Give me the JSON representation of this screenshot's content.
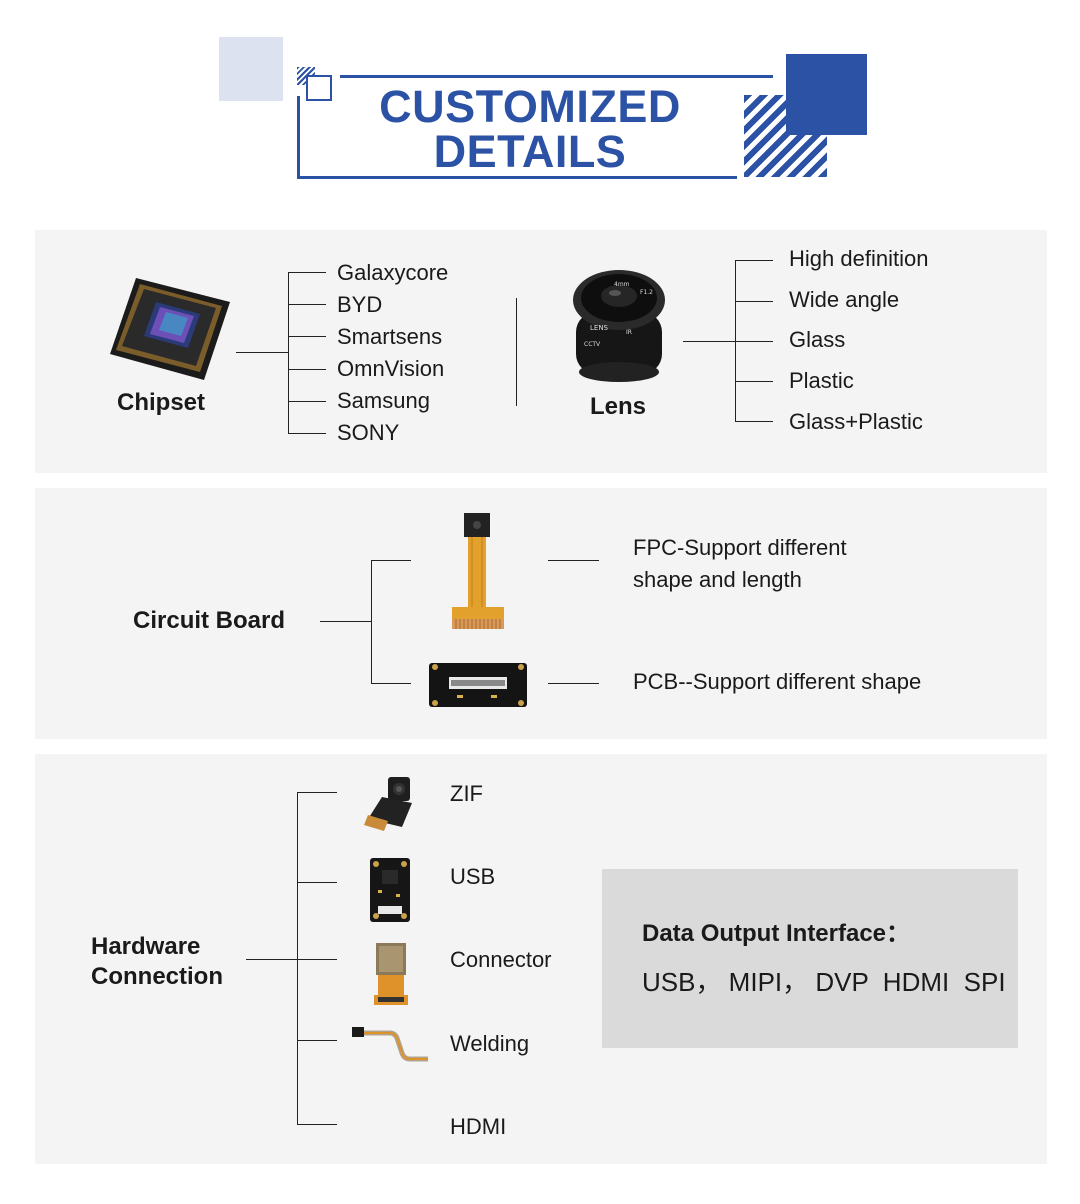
{
  "header": {
    "title_line1": "CUSTOMIZED",
    "title_line2": "DETAILS"
  },
  "chipset": {
    "label": "Chipset",
    "items": [
      "Galaxycore",
      "BYD",
      "Smartsens",
      "OmnVision",
      "Samsung",
      "SONY"
    ]
  },
  "lens": {
    "label": "Lens",
    "items": [
      "High definition",
      "Wide angle",
      "Glass",
      "Plastic",
      "Glass+Plastic"
    ],
    "engraving": [
      "4mm",
      "F1.2",
      "LENS",
      "IR",
      "CCTV"
    ]
  },
  "circuit_board": {
    "label": "Circuit Board",
    "fpc_line1": "FPC-Support different",
    "fpc_line2": "shape and length",
    "pcb": "PCB--Support different shape"
  },
  "hardware": {
    "label_line1": "Hardware",
    "label_line2": "Connection",
    "items": [
      "ZIF",
      "USB",
      "Connector",
      "Welding",
      "HDMI"
    ]
  },
  "data_output": {
    "title": "Data Output Interface：",
    "values": "USB， MIPI， DVP  HDMI  SPI"
  }
}
